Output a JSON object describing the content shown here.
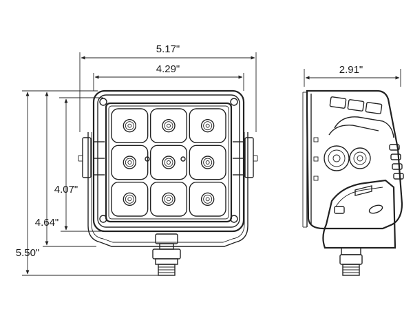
{
  "dimensions": {
    "overall_width": "5.17\"",
    "lens_width": "4.29\"",
    "depth": "2.91\"",
    "lens_height": "4.07\"",
    "housing_height": "4.64\"",
    "total_height": "5.50\""
  },
  "led_grid": {
    "rows": 3,
    "cols": 3
  }
}
